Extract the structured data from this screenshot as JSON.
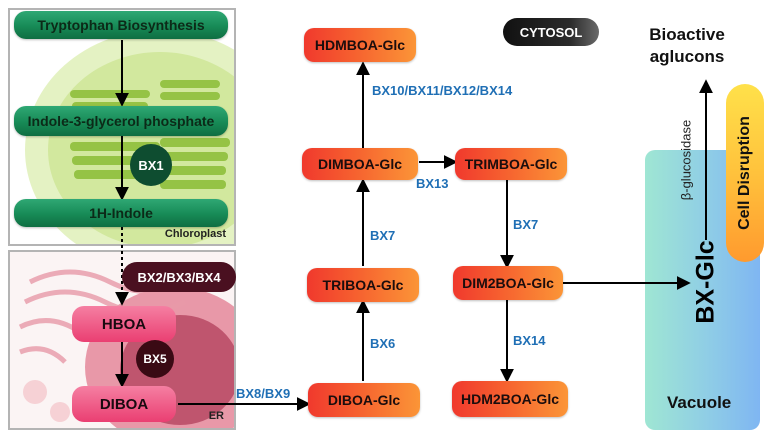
{
  "chloroplast": {
    "label": "Chloroplast",
    "tryptophan": "Tryptophan Biosynthesis",
    "igp": "Indole-3-glycerol phosphate",
    "indole": "1H-Indole",
    "enzyme_bx1": "BX1"
  },
  "er": {
    "label": "ER",
    "enzyme_bx234": "BX2/BX3/BX4",
    "hboa": "HBOA",
    "enzyme_bx5": "BX5",
    "diboa": "DIBOA"
  },
  "cytosol": {
    "label": "CYTOSOL",
    "hdmboa": "HDMBOA-Glc",
    "dimboa": "DIMBOA-Glc",
    "trimboa": "TRIMBOA-Glc",
    "triboa": "TRIBOA-Glc",
    "dim2boa": "DIM2BOA-Glc",
    "diboa_glc": "DIBOA-Glc",
    "hdm2boa": "HDM2BOA-Glc",
    "enzyme_bx10_14": "BX10/BX11/BX12/BX14",
    "enzyme_bx13": "BX13",
    "enzyme_bx7_left": "BX7",
    "enzyme_bx7_right": "BX7",
    "enzyme_bx6": "BX6",
    "enzyme_bx14": "BX14",
    "enzyme_bx8_9": "BX8/BX9"
  },
  "vacuole": {
    "label": "Vacuole",
    "bx_glc": "BX-Glc",
    "glucosidase": "β-glucosidase",
    "cell_disruption": "Cell Disruption",
    "bioactive_line1": "Bioactive",
    "bioactive_line2": "aglucons"
  },
  "colors": {
    "green_box": "#178a56",
    "orange_box": "#f6612f",
    "pink_box": "#ea3f72",
    "enzyme_text": "#1f6fb5",
    "vacuole_start": "#9fe6d3",
    "vacuole_end": "#7fb6f2",
    "cell_disruption_start": "#ffe14a",
    "cell_disruption_end": "#ff9a2e"
  }
}
